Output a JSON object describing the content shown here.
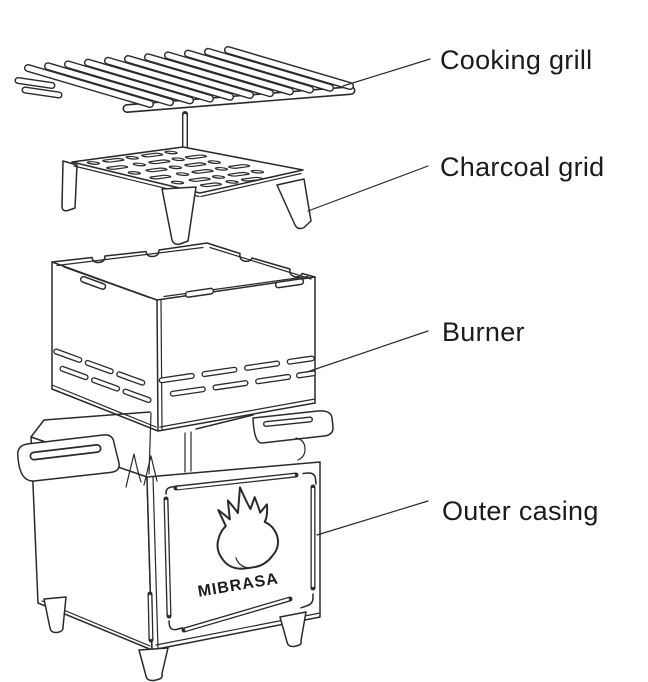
{
  "diagram": {
    "parts": [
      {
        "id": "cooking-grill",
        "label": "Cooking grill"
      },
      {
        "id": "charcoal-grid",
        "label": "Charcoal grid"
      },
      {
        "id": "burner",
        "label": "Burner"
      },
      {
        "id": "outer-casing",
        "label": "Outer casing"
      }
    ],
    "logo": {
      "brand": "MIBRASA"
    },
    "colors": {
      "line": "#2a2a2a",
      "label_text": "#1b1b1b",
      "background": "#ffffff"
    }
  }
}
